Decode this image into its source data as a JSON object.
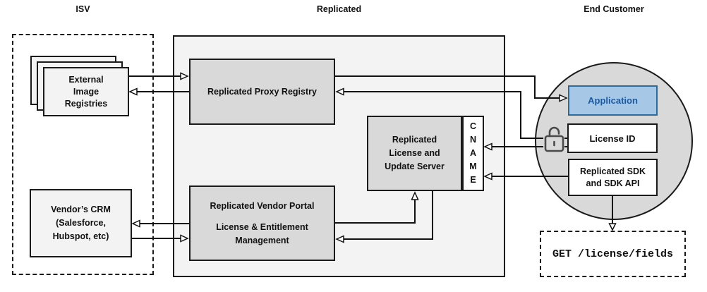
{
  "headers": {
    "isv": "ISV",
    "replicated": "Replicated",
    "end_customer": "End Customer"
  },
  "isv": {
    "image_registries": "External\nImage\nRegistries",
    "vendor_crm": "Vendor’s CRM\n(Salesforce,\nHubspot, etc)"
  },
  "replicated": {
    "proxy_registry": "Replicated Proxy Registry",
    "license_update_server": "Replicated\nLicense and\nUpdate Server",
    "cname": "C\nN\nA\nM\nE",
    "vendor_portal_title": "Replicated Vendor Portal",
    "vendor_portal_subtitle": "License & Entitlement\nManagement"
  },
  "end_customer": {
    "application": "Application",
    "license_id": "License ID",
    "sdk": "Replicated SDK\nand SDK API",
    "api_call": "GET /license/fields"
  },
  "icons": {
    "lock": "open-padlock-icon"
  },
  "colors": {
    "node_gray": "#d9d9d9",
    "panel_gray": "#f3f3f3",
    "application_fill": "#a7c7e7",
    "application_border": "#2d6b9f",
    "application_text": "#1c5aa0",
    "line": "#111111",
    "lock_stroke": "#4a4a4a"
  }
}
